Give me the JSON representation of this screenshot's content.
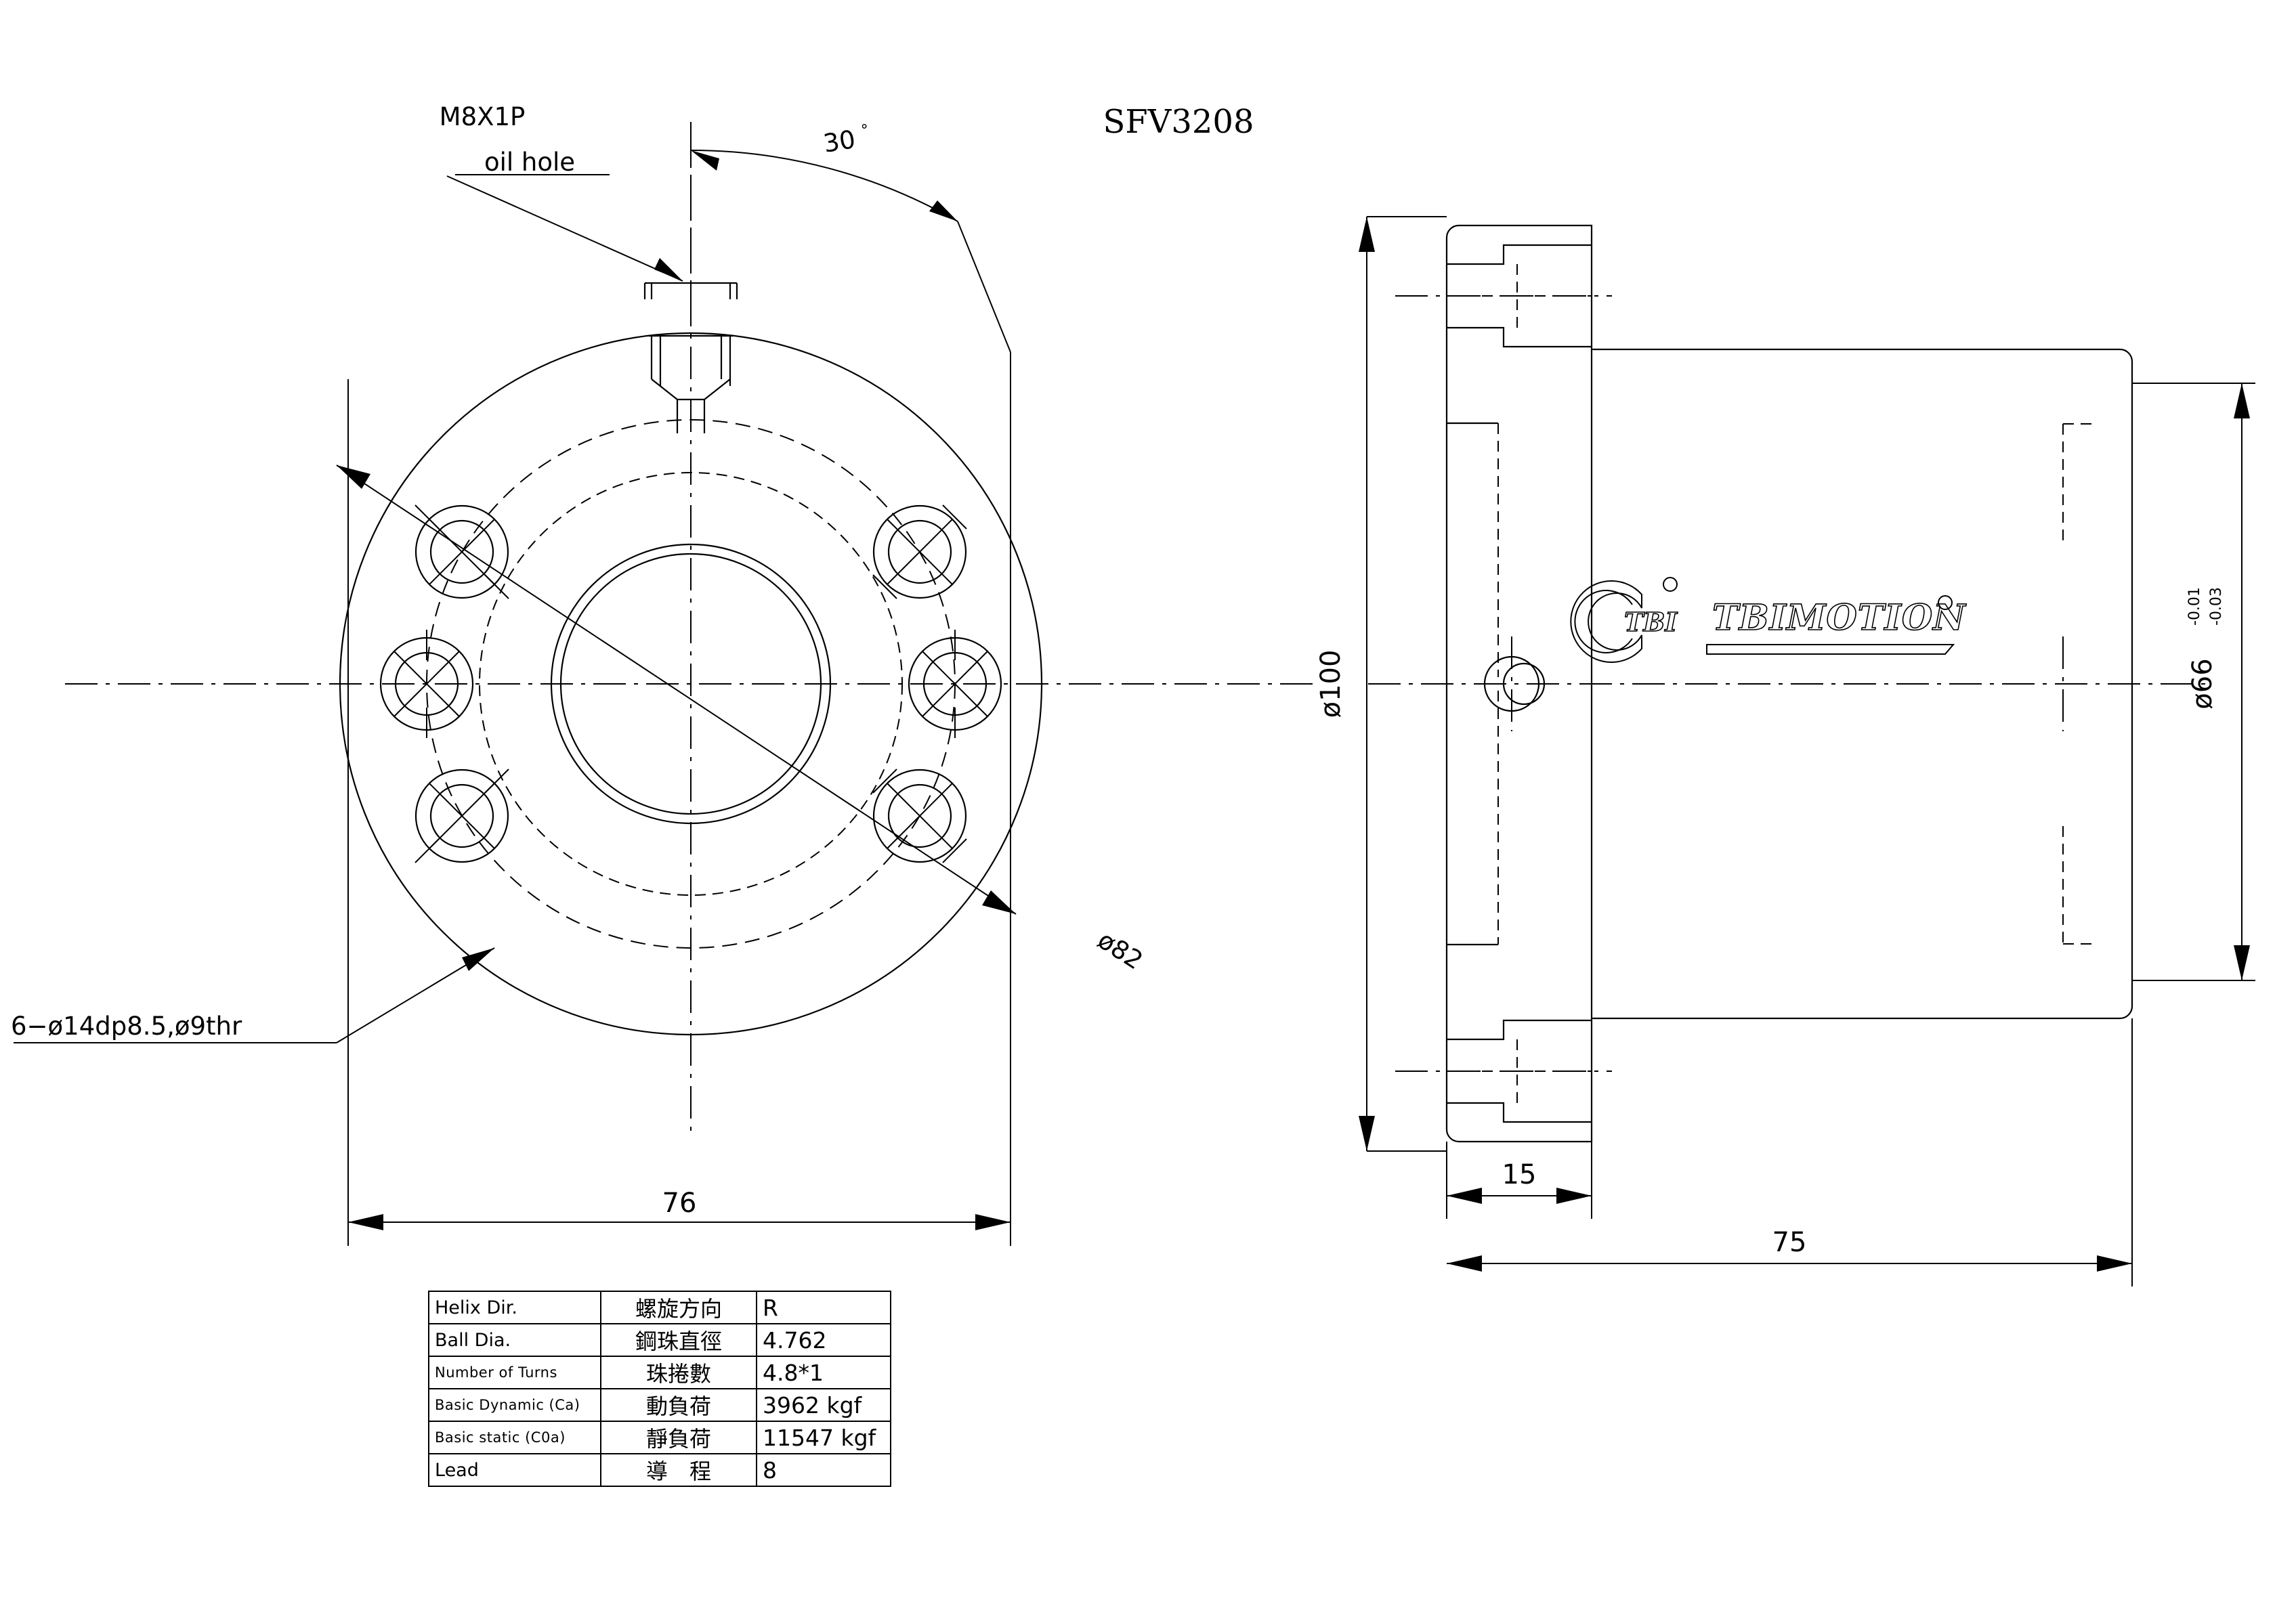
{
  "drawing": {
    "title": "SFV3208",
    "front_view": {
      "labels": {
        "thread_spec": "M8X1P",
        "thread_note": "oil hole",
        "angle": "30",
        "angle_unit": "°",
        "bolt_circle": "ø82",
        "hole_callout": "6−ø14dp8.5,ø9thr",
        "flange_width": "76"
      }
    },
    "side_view": {
      "labels": {
        "flange_dia": "ø100",
        "nut_dia": "ø66",
        "nut_dia_tol_upper": "-0.01",
        "nut_dia_tol_lower": "-0.03",
        "flange_thickness": "15",
        "overall_length": "75"
      },
      "logo": {
        "mark": "TBI",
        "wordmark": "TBIMOTION",
        "registered": "®"
      }
    },
    "spec_table": {
      "columns": [
        "english",
        "chinese",
        "value"
      ],
      "rows": [
        {
          "english": "Helix  Dir.",
          "english_small": false,
          "chinese": "螺旋方向",
          "value": "R"
        },
        {
          "english": "Ball Dia.",
          "english_small": false,
          "chinese": "鋼珠直徑",
          "value": "4.762"
        },
        {
          "english": "Number of Turns",
          "english_small": true,
          "chinese": "珠捲數",
          "value": "4.8*1"
        },
        {
          "english": "Basic Dynamic (Ca)",
          "english_small": true,
          "chinese": "動負荷",
          "value": "3962 kgf"
        },
        {
          "english": "Basic static (C0a)",
          "english_small": true,
          "chinese": "靜負荷",
          "value": "11547 kgf"
        },
        {
          "english": "Lead",
          "english_small": false,
          "chinese": "導　程",
          "value": "8"
        }
      ]
    },
    "colors": {
      "line": "#000000",
      "background": "#ffffff"
    }
  }
}
